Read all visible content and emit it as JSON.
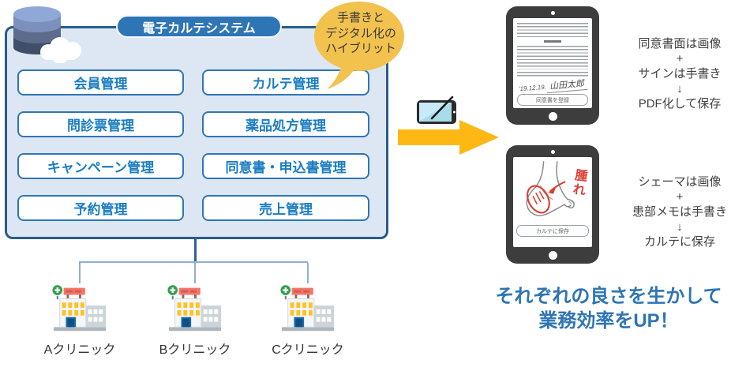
{
  "system": {
    "title": "電子カルテシステム",
    "bubble": {
      "lines": [
        "手書きと",
        "デジタル化の",
        "ハイブリット"
      ]
    },
    "modules": [
      "会員管理",
      "カルテ管理",
      "問診票管理",
      "薬品処方管理",
      "キャンペーン管理",
      "同意書・申込書管理",
      "予約管理",
      "売上管理"
    ]
  },
  "clinics": [
    {
      "label": "Aクリニック"
    },
    {
      "label": "Bクリニック"
    },
    {
      "label": "Cクリニック"
    }
  ],
  "tablets": [
    {
      "signature_date": "'19.12.19.",
      "signature_name": "山田太郎",
      "button": "同意書を登録"
    },
    {
      "annotation": "腫れ",
      "button": "カルテに保存"
    }
  ],
  "notes": [
    {
      "lines": [
        "同意書面は画像",
        "+",
        "サインは手書き",
        "↓",
        "PDF化して保存"
      ]
    },
    {
      "lines": [
        "シェーマは画像",
        "+",
        "患部メモは手書き",
        "↓",
        "カルテに保存"
      ]
    }
  ],
  "headline": {
    "line1": "それぞれの良さを生かして",
    "line2": "業務効率をUP！"
  },
  "colors": {
    "accent_blue": "#2E75B6",
    "button_text_blue": "#1A7DC2",
    "box_bg": "#DCE7F3",
    "box_border": "#2B5C8A",
    "bubble_yellow": "#F2C24E",
    "arrow_yellow": "#FDB813",
    "annotation_red": "#E03C31",
    "headline_blue": "#2E75B6"
  }
}
